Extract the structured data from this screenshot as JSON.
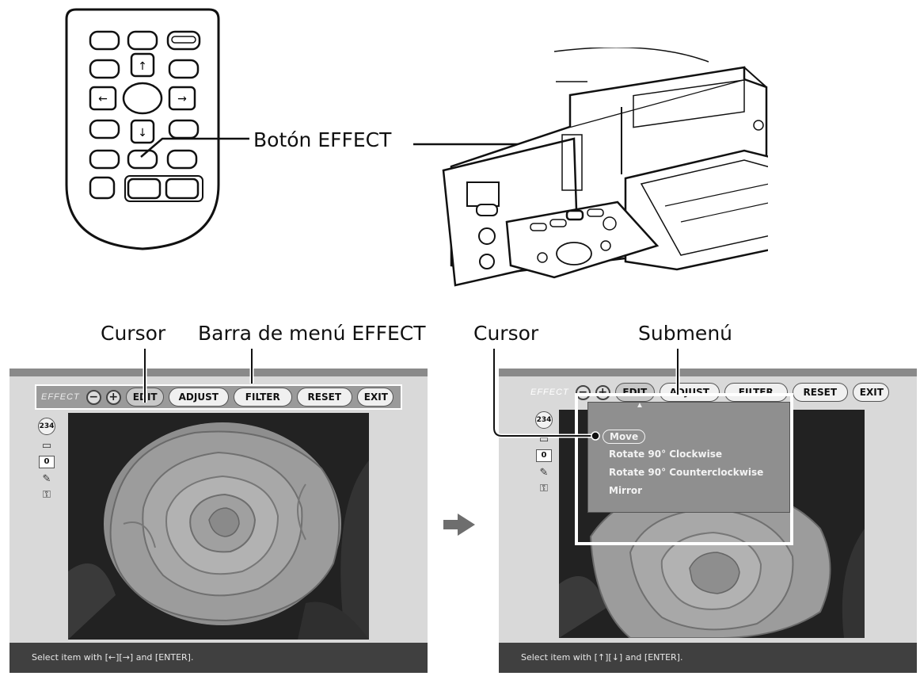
{
  "labels": {
    "effect_button": "Botón EFFECT",
    "cursor_left": "Cursor",
    "menu_bar": "Barra de menú EFFECT",
    "cursor_right": "Cursor",
    "submenu": "Submenú"
  },
  "screen_left": {
    "effect_label": "EFFECT",
    "zoom_out": "−",
    "zoom_in": "+",
    "tabs": [
      "EDIT",
      "ADJUST",
      "FILTER",
      "RESET",
      "EXIT"
    ],
    "photo_count": "234",
    "copies": "0",
    "status": "Select item with [←][→] and [ENTER]."
  },
  "screen_right": {
    "effect_label": "EFFECT",
    "zoom_out": "−",
    "zoom_in": "+",
    "tabs": [
      "EDIT",
      "ADJUST",
      "FILTER",
      "RESET",
      "EXIT"
    ],
    "photo_count": "234",
    "copies": "0",
    "submenu_items": [
      "Move",
      "Rotate 90° Clockwise",
      "Rotate 90° Counterclockwise",
      "Mirror"
    ],
    "status": "Select item with [↑][↓] and [ENTER]."
  },
  "icons": {
    "zoom_out": "zoom-out-icon",
    "zoom_in": "zoom-in-icon",
    "print": "print-icon",
    "edit": "edit-icon",
    "key": "key-icon",
    "arrow": "arrow-right-icon"
  }
}
